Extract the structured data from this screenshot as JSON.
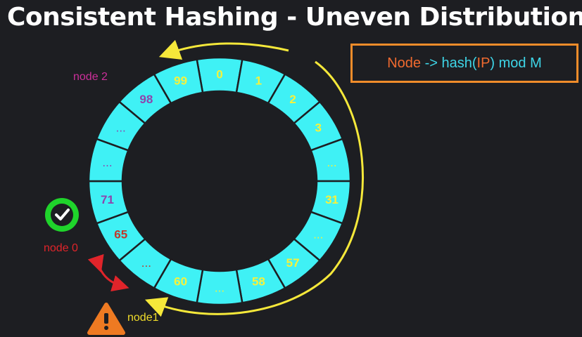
{
  "title": "Consistent Hashing - Uneven Distribution",
  "formula": {
    "node": "Node",
    "arrow": " -> ",
    "hash_open": "hash(",
    "ip": "IP",
    "rest": ") mod M"
  },
  "ring": {
    "segments": [
      {
        "label": "0",
        "color": "#f7f13a"
      },
      {
        "label": "1",
        "color": "#f7f13a"
      },
      {
        "label": "2",
        "color": "#f7f13a"
      },
      {
        "label": "3",
        "color": "#f7f13a"
      },
      {
        "label": "...",
        "color": "#f7f13a"
      },
      {
        "label": "31",
        "color": "#f7f13a"
      },
      {
        "label": "...",
        "color": "#f7f13a"
      },
      {
        "label": "57",
        "color": "#f7f13a"
      },
      {
        "label": "58",
        "color": "#f7f13a"
      },
      {
        "label": "...",
        "color": "#f7f13a"
      },
      {
        "label": "60",
        "color": "#f7f13a"
      },
      {
        "label": "...",
        "color": "#c0392b"
      },
      {
        "label": "65",
        "color": "#c0392b"
      },
      {
        "label": "71",
        "color": "#8e44ad"
      },
      {
        "label": "...",
        "color": "#8e44ad"
      },
      {
        "label": "...",
        "color": "#8e44ad"
      },
      {
        "label": "98",
        "color": "#8e44ad"
      },
      {
        "label": "99",
        "color": "#f7f13a"
      }
    ],
    "fill_color": "#3ff1f5",
    "stroke_color": "#1d1e22"
  },
  "nodes": {
    "node2": {
      "label": "node 2",
      "color": "#cc2f9a"
    },
    "node0": {
      "label": "node 0",
      "color": "#e0242a"
    },
    "node1": {
      "label": "node1",
      "color": "#f0dc2a"
    }
  },
  "colors": {
    "arrow_yellow": "#f5e83a",
    "arrow_red": "#e0242a",
    "check_green": "#1fd42b",
    "warning_orange": "#ee7a22"
  }
}
